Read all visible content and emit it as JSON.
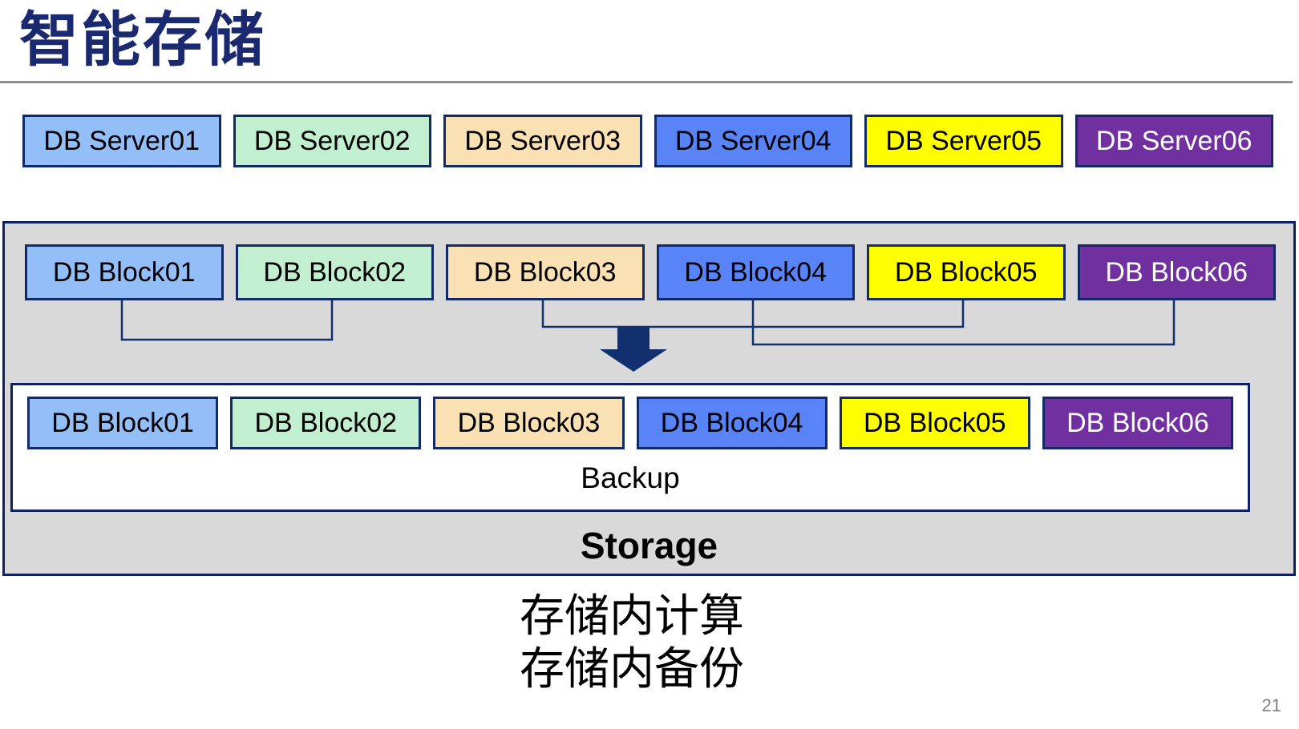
{
  "slide": {
    "title": "智能存储",
    "caption_lines": [
      "存储内计算",
      "存储内备份"
    ],
    "page_number": "21"
  },
  "palette": {
    "title_navy": "#1B2A70",
    "divider_gray": "#8E8E8E",
    "box_border_navy": "#122A66",
    "container_border_navy": "#0E2160",
    "container_gray": "#D9D9D9",
    "connector_navy": "#13306E",
    "arrow_navy": "#12306E",
    "page_number_gray": "#808080"
  },
  "server_row": [
    {
      "label": "DB Server01",
      "fill": "#93BEF8",
      "text_color": "#000000"
    },
    {
      "label": "DB Server02",
      "fill": "#C2EFCF",
      "text_color": "#000000"
    },
    {
      "label": "DB Server03",
      "fill": "#FAE1B4",
      "text_color": "#000000"
    },
    {
      "label": "DB Server04",
      "fill": "#5884F8",
      "text_color": "#000000"
    },
    {
      "label": "DB Server05",
      "fill": "#FFFF00",
      "text_color": "#000000"
    },
    {
      "label": "DB Server06",
      "fill": "#7030A0",
      "text_color": "#FFFFFF"
    }
  ],
  "storage": {
    "label": "Storage",
    "backup_label": "Backup",
    "blocks_top": [
      {
        "label": "DB Block01",
        "fill": "#93BEF8",
        "text_color": "#000000"
      },
      {
        "label": "DB Block02",
        "fill": "#C2EFCF",
        "text_color": "#000000"
      },
      {
        "label": "DB Block03",
        "fill": "#FAE1B4",
        "text_color": "#000000"
      },
      {
        "label": "DB Block04",
        "fill": "#5884F8",
        "text_color": "#000000"
      },
      {
        "label": "DB Block05",
        "fill": "#FFFF00",
        "text_color": "#000000"
      },
      {
        "label": "DB Block06",
        "fill": "#7030A0",
        "text_color": "#FFFFFF"
      }
    ],
    "blocks_bottom": [
      {
        "label": "DB Block01",
        "fill": "#93BEF8",
        "text_color": "#000000"
      },
      {
        "label": "DB Block02",
        "fill": "#C2EFCF",
        "text_color": "#000000"
      },
      {
        "label": "DB Block03",
        "fill": "#FAE1B4",
        "text_color": "#000000"
      },
      {
        "label": "DB Block04",
        "fill": "#5884F8",
        "text_color": "#000000"
      },
      {
        "label": "DB Block05",
        "fill": "#FFFF00",
        "text_color": "#000000"
      },
      {
        "label": "DB Block06",
        "fill": "#7030A0",
        "text_color": "#FFFFFF"
      }
    ]
  }
}
